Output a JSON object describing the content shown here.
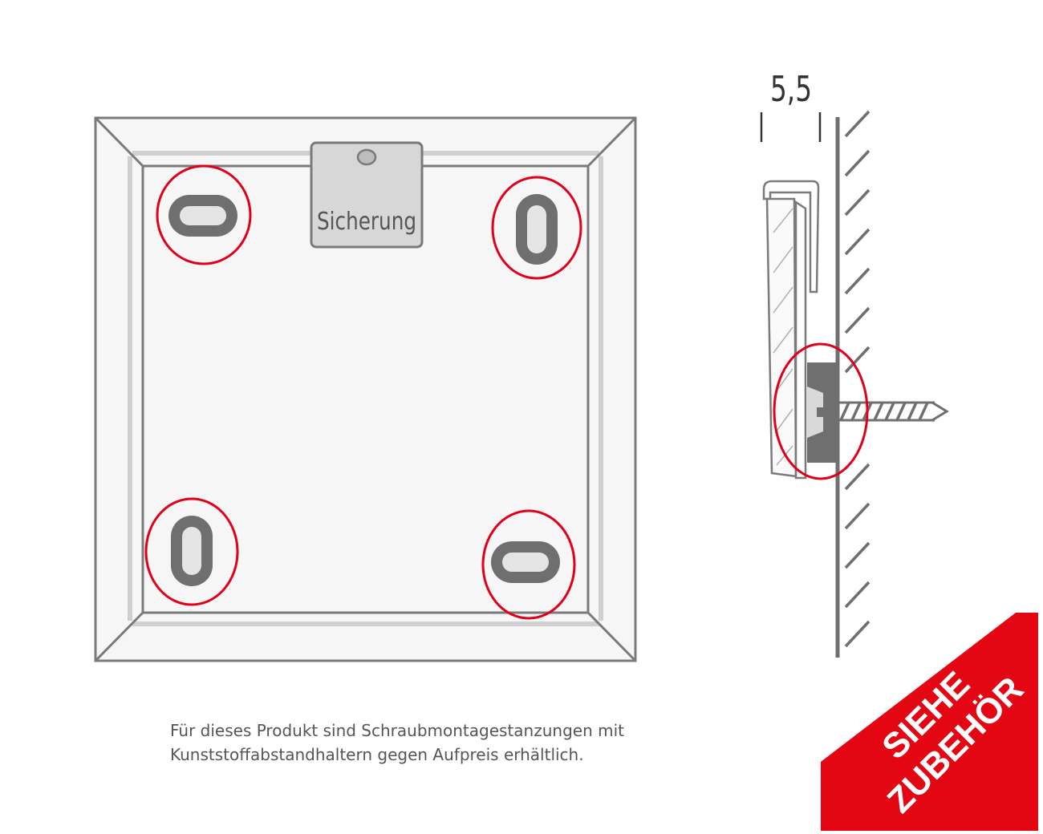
{
  "front_view": {
    "security_tab_label": "Sicherung"
  },
  "side_view": {
    "dimension_label": "5,5"
  },
  "caption": {
    "line1": "Für dieses Produkt sind Schraubmontagestanzungen mit",
    "line2": "Kunststoffabstandhaltern gegen Aufpreis erhältlich."
  },
  "badge": {
    "line1": "SIEHE",
    "line2": "ZUBEHÖR"
  },
  "colors": {
    "highlight_circle": "#e0001b",
    "badge": "#e30613",
    "outline": "#7a7a7a"
  }
}
